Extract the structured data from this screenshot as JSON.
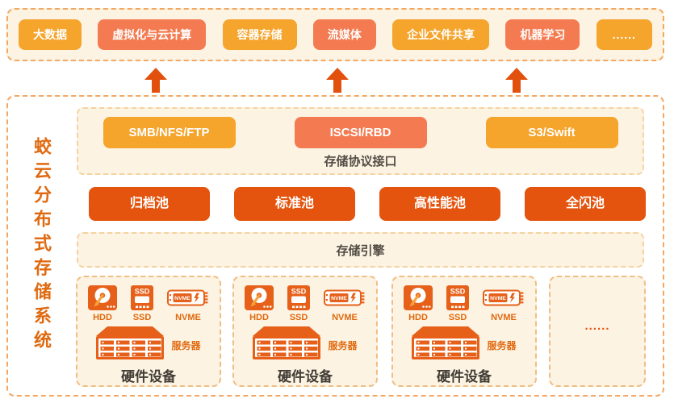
{
  "system_title": "蛟云分布式存储系统",
  "colors": {
    "page_bg": "#FFFFFF",
    "panel_cream": "#FCF3E2",
    "outer_dashed_border": "#F2A862",
    "inner_dashed_border": "#F4D3A2",
    "hardware_dashed_border": "#F0BD85",
    "amber_node": "#F5A42C",
    "coral_node": "#F47B51",
    "dark_orange_node": "#E4540E",
    "arrow_orange": "#E2500E",
    "icon_orange": "#E6601A",
    "title_orange": "#E0690F",
    "section_label_dark": "#534D45",
    "hw_title_dark": "#413C35",
    "node_text": "#FFFFFF"
  },
  "applications": {
    "items": [
      {
        "label": "大数据",
        "variant": "amber"
      },
      {
        "label": "虚拟化与云计算",
        "variant": "coral"
      },
      {
        "label": "容器存储",
        "variant": "amber"
      },
      {
        "label": "流媒体",
        "variant": "coral"
      },
      {
        "label": "企业文件共享",
        "variant": "amber"
      },
      {
        "label": "机器学习",
        "variant": "coral"
      },
      {
        "label": "......",
        "variant": "amber"
      }
    ]
  },
  "arrows": {
    "count": 3,
    "direction": "up"
  },
  "protocol_section": {
    "label": "存储协议接口",
    "nodes": [
      {
        "label": "SMB/NFS/FTP",
        "variant": "amber"
      },
      {
        "label": "ISCSI/RBD",
        "variant": "coral"
      },
      {
        "label": "S3/Swift",
        "variant": "amber"
      }
    ]
  },
  "pools": [
    {
      "label": "归档池"
    },
    {
      "label": "标准池"
    },
    {
      "label": "高性能池"
    },
    {
      "label": "全闪池"
    }
  ],
  "engine": {
    "label": "存储引擎"
  },
  "hardware": {
    "nodes": [
      {
        "title": "硬件设备",
        "hdd_label": "HDD",
        "ssd_label": "SSD",
        "nvme_label": "NVME",
        "server_label": "服务器"
      },
      {
        "title": "硬件设备",
        "hdd_label": "HDD",
        "ssd_label": "SSD",
        "nvme_label": "NVME",
        "server_label": "服务器"
      },
      {
        "title": "硬件设备",
        "hdd_label": "HDD",
        "ssd_label": "SSD",
        "nvme_label": "NVME",
        "server_label": "服务器"
      }
    ],
    "more_label": "......",
    "ssd_icon_text": "SSD",
    "nvme_icon_text": "NVME"
  }
}
